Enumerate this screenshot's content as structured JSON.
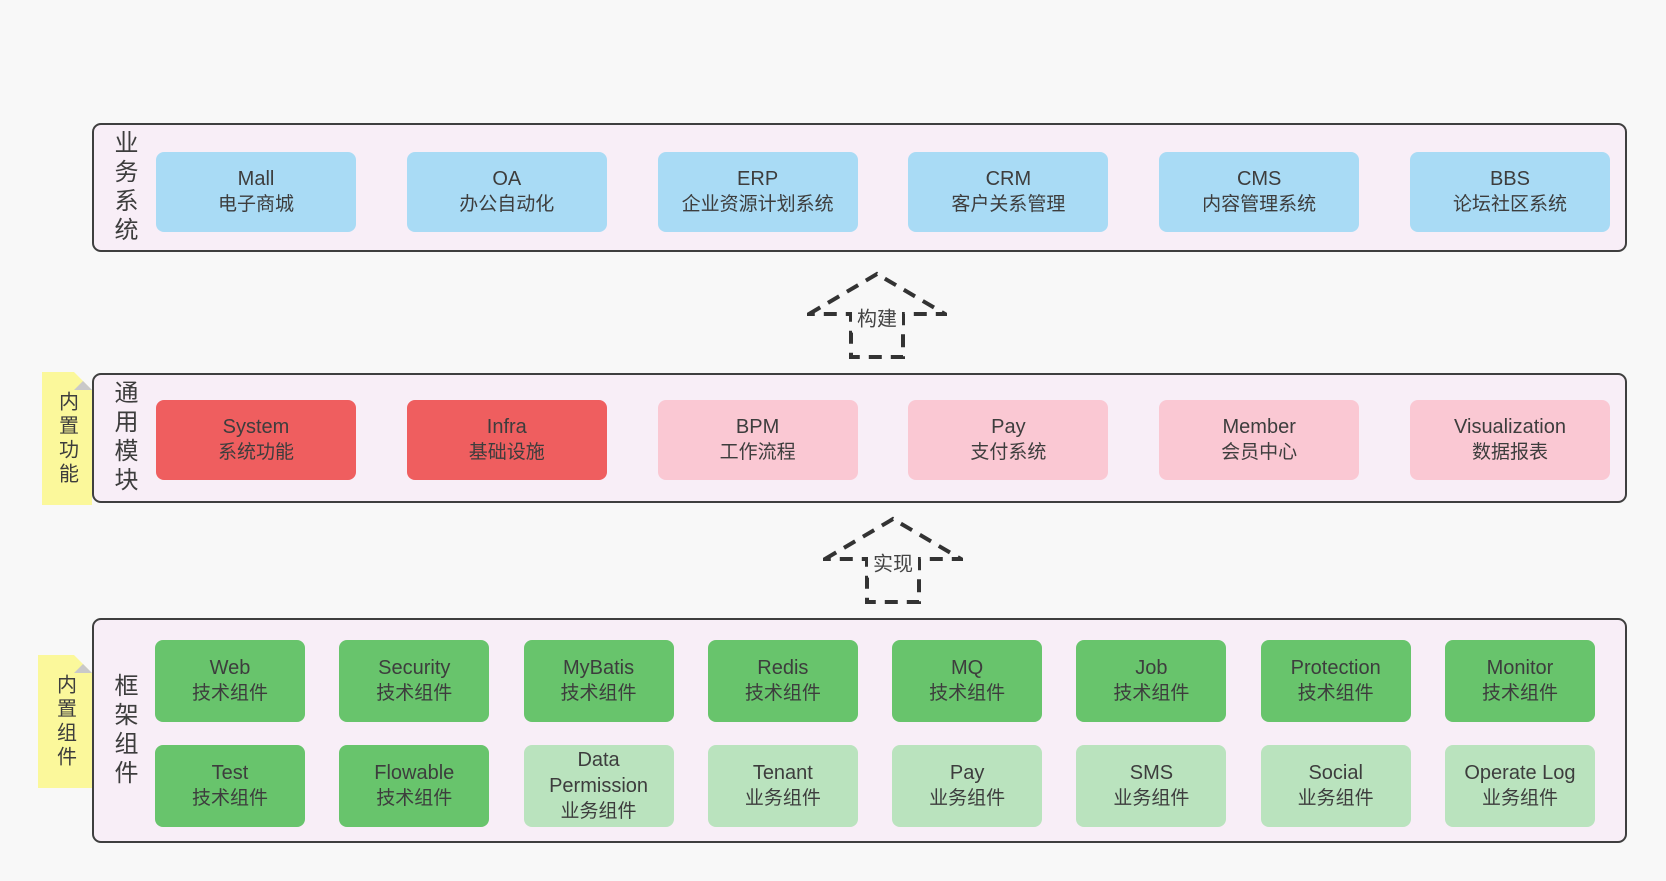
{
  "palette": {
    "page_bg": "#f8f8f8",
    "panel_bg": "#f8eef7",
    "panel_border": "#3f3f3f",
    "blue_box": "#a9dbf5",
    "red_box": "#ef5e5f",
    "pink_box": "#fac8d3",
    "green_box": "#68c46c",
    "lightgreen_box": "#bae3be",
    "sticky_yellow": "#fbf89b",
    "sticky_fold": "#c9c9c9",
    "text": "#3d3d3d"
  },
  "sections": {
    "business": {
      "label": "业务系统",
      "boxes": [
        {
          "name": "Mall",
          "desc": "电子商城"
        },
        {
          "name": "OA",
          "desc": "办公自动化"
        },
        {
          "name": "ERP",
          "desc": "企业资源计划系统"
        },
        {
          "name": "CRM",
          "desc": "客户关系管理"
        },
        {
          "name": "CMS",
          "desc": "内容管理系统"
        },
        {
          "name": "BBS",
          "desc": "论坛社区系统"
        }
      ]
    },
    "arrow_build": {
      "label": "构建"
    },
    "modules": {
      "label": "通用模块",
      "sticky": "内置功能",
      "boxes": [
        {
          "name": "System",
          "desc": "系统功能",
          "variant": "red"
        },
        {
          "name": "Infra",
          "desc": "基础设施",
          "variant": "red"
        },
        {
          "name": "BPM",
          "desc": "工作流程",
          "variant": "pink"
        },
        {
          "name": "Pay",
          "desc": "支付系统",
          "variant": "pink"
        },
        {
          "name": "Member",
          "desc": "会员中心",
          "variant": "pink"
        },
        {
          "name": "Visualization",
          "desc": "数据报表",
          "variant": "pink"
        }
      ]
    },
    "arrow_implement": {
      "label": "实现"
    },
    "components": {
      "label": "框架组件",
      "sticky": "内置组件",
      "row1": [
        {
          "name": "Web",
          "desc": "技术组件",
          "variant": "green"
        },
        {
          "name": "Security",
          "desc": "技术组件",
          "variant": "green"
        },
        {
          "name": "MyBatis",
          "desc": "技术组件",
          "variant": "green"
        },
        {
          "name": "Redis",
          "desc": "技术组件",
          "variant": "green"
        },
        {
          "name": "MQ",
          "desc": "技术组件",
          "variant": "green"
        },
        {
          "name": "Job",
          "desc": "技术组件",
          "variant": "green"
        },
        {
          "name": "Protection",
          "desc": "技术组件",
          "variant": "green"
        },
        {
          "name": "Monitor",
          "desc": "技术组件",
          "variant": "green"
        }
      ],
      "row2": [
        {
          "name": "Test",
          "desc": "技术组件",
          "variant": "green"
        },
        {
          "name": "Flowable",
          "desc": "技术组件",
          "variant": "green"
        },
        {
          "name": "Data Permission",
          "desc": "业务组件",
          "variant": "lightgreen"
        },
        {
          "name": "Tenant",
          "desc": "业务组件",
          "variant": "lightgreen"
        },
        {
          "name": "Pay",
          "desc": "业务组件",
          "variant": "lightgreen"
        },
        {
          "name": "SMS",
          "desc": "业务组件",
          "variant": "lightgreen"
        },
        {
          "name": "Social",
          "desc": "业务组件",
          "variant": "lightgreen"
        },
        {
          "name": "Operate Log",
          "desc": "业务组件",
          "variant": "lightgreen"
        }
      ]
    }
  }
}
